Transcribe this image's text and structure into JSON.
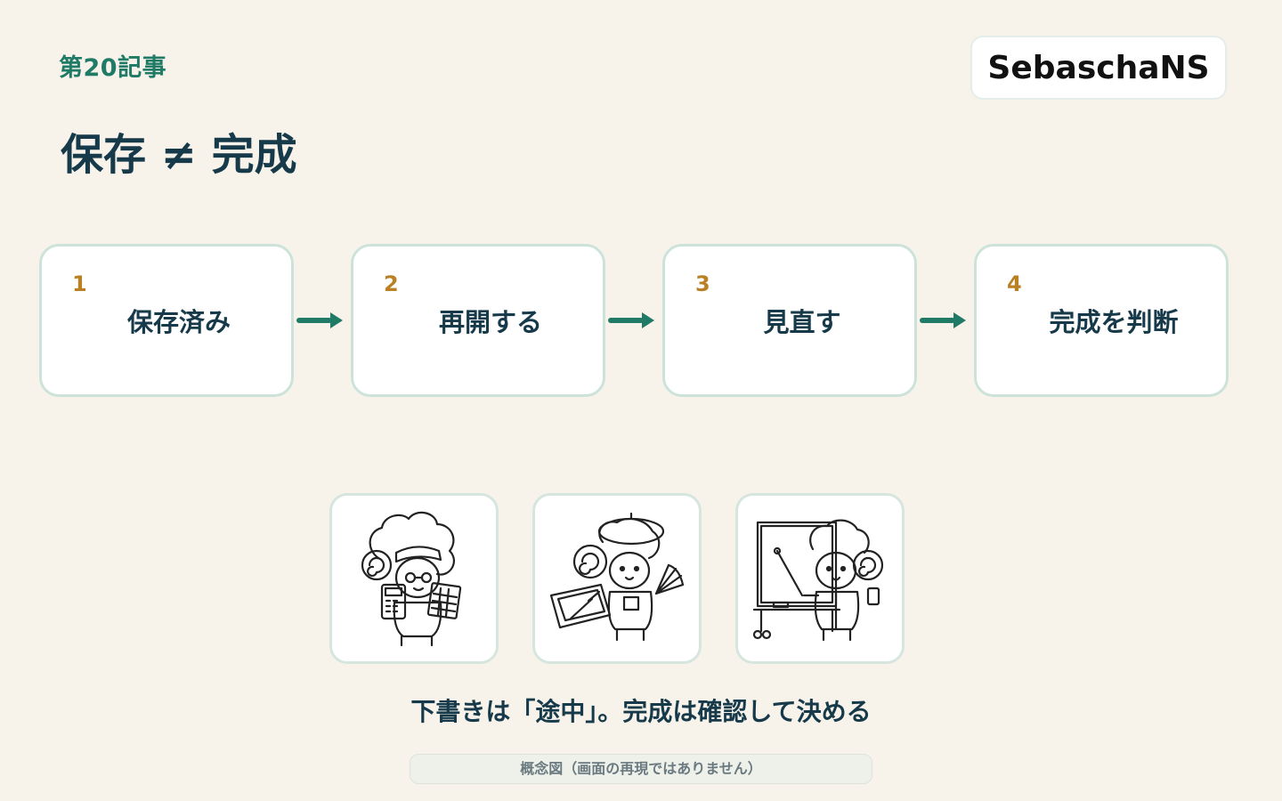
{
  "header": {
    "article_tag": "第20記事",
    "brand": "SebaschaNS",
    "title": "保存 ≠ 完成"
  },
  "steps": [
    {
      "number": "1",
      "label": "保存済み"
    },
    {
      "number": "2",
      "label": "再開する"
    },
    {
      "number": "3",
      "label": "見直す"
    },
    {
      "number": "4",
      "label": "完成を判断"
    }
  ],
  "illustrations": [
    {
      "icon": "sheep-calculator-icon"
    },
    {
      "icon": "sheep-tablet-artist-icon"
    },
    {
      "icon": "sheep-whiteboard-teacher-icon"
    }
  ],
  "caption": "下書きは「途中」。完成は確認して決める",
  "note": "概念図（画面の再現ではありません）",
  "colors": {
    "background": "#f7f3eb",
    "accent_green": "#1f7a66",
    "step_number": "#b98124",
    "text_dark": "#173a4a",
    "card_border": "#cde3da"
  }
}
